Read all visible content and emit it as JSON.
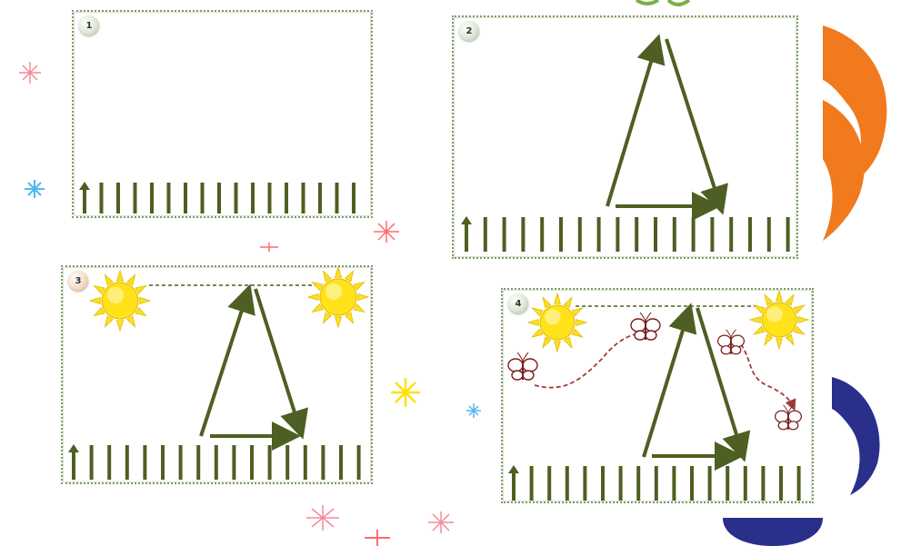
{
  "panels": [
    {
      "number": "1"
    },
    {
      "number": "2"
    },
    {
      "number": "3"
    },
    {
      "number": "4"
    }
  ],
  "colors": {
    "stroke": "#4d5f22",
    "frame": "#7a9a6a",
    "sun": "#ffe21a",
    "butterfly": "#7b1f1f",
    "path": "#a03a3a",
    "orange_shape": "#f07a1d",
    "blue_shape": "#2a2f8c",
    "sparkles": [
      "#f48a9a",
      "#53b6ef",
      "#ff6a6a",
      "#ffe000"
    ]
  },
  "icons": [
    "up-arrow-icon",
    "sun-icon",
    "butterfly-icon",
    "sparkle-icon"
  ]
}
